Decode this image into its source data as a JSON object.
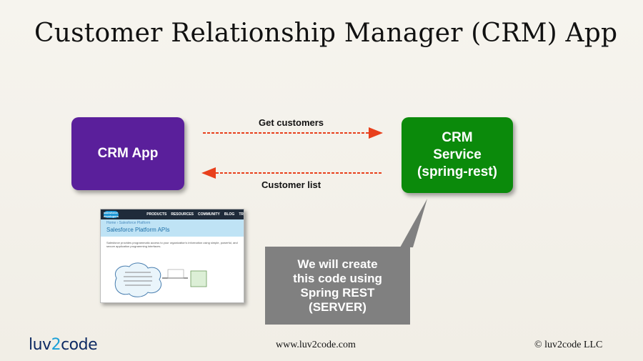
{
  "slide": {
    "title": "Customer Relationship Manager (CRM) App"
  },
  "nodes": {
    "crm_app": "CRM App",
    "crm_service_lines": [
      "CRM",
      "Service",
      "(spring-rest)"
    ]
  },
  "arrows": {
    "request_label": "Get customers",
    "response_label": "Customer list",
    "color": "#e8401c"
  },
  "callout": {
    "lines": [
      "We will create",
      "this code using",
      "Spring REST",
      "(SERVER)"
    ]
  },
  "thumbnail": {
    "logo": "salesforce developers",
    "nav": [
      "PRODUCTS",
      "RESOURCES",
      "COMMUNITY",
      "BLOG",
      "TR"
    ],
    "breadcrumb": "Home › Salesforce Platform",
    "heading": "Salesforce Platform APIs",
    "body": "Salesforce provides programmatic access to your organization's information using simple, powerful, and secure application programming interfaces."
  },
  "footer": {
    "logo_left": "luv",
    "logo_mid": "2",
    "logo_right": "code",
    "url": "www.luv2code.com",
    "copyright": "© luv2code LLC"
  },
  "colors": {
    "crm_app": "#5a1f9b",
    "crm_service": "#0b8a0b",
    "callout": "#808080"
  }
}
